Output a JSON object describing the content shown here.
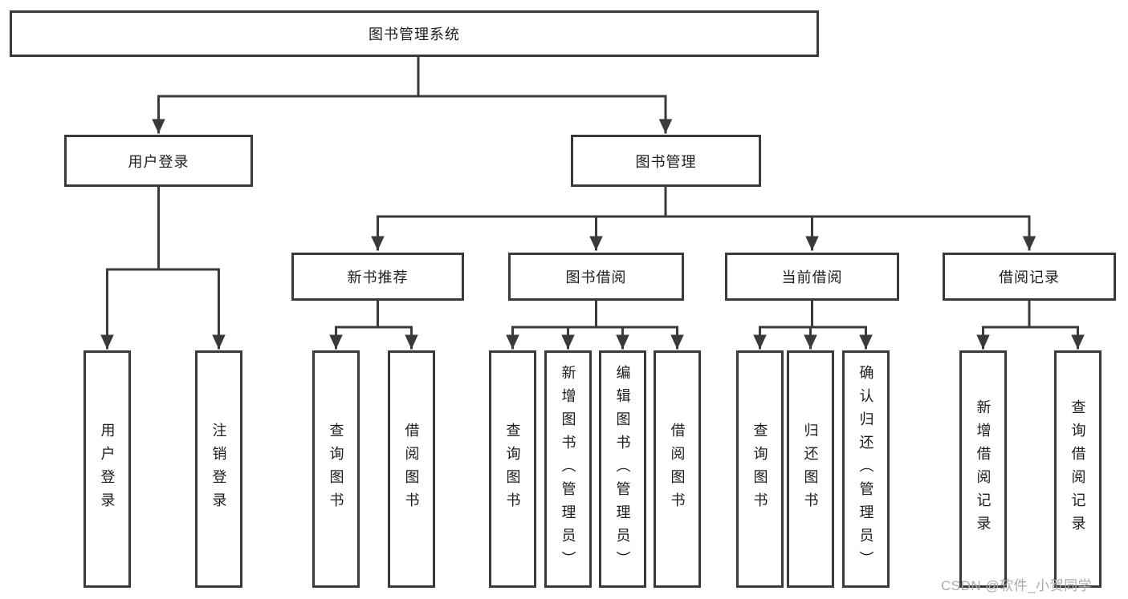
{
  "nodes": {
    "root": {
      "label": "图书管理系统"
    },
    "user_login": {
      "label": "用户登录"
    },
    "book_mgmt": {
      "label": "图书管理"
    },
    "leaf_user_login": {
      "label": "用户登录"
    },
    "leaf_logout": {
      "label": "注销登录"
    },
    "new_book_rec": {
      "label": "新书推荐"
    },
    "book_borrow": {
      "label": "图书借阅"
    },
    "current_borrow": {
      "label": "当前借阅"
    },
    "borrow_record": {
      "label": "借阅记录"
    },
    "rec_query_book": {
      "label": "查询图书"
    },
    "rec_borrow_book": {
      "label": "借阅图书"
    },
    "bb_query_book": {
      "label": "查询图书"
    },
    "bb_add_book": {
      "label": "新增图书（管理员）"
    },
    "bb_edit_book": {
      "label": "编辑图书（管理员）"
    },
    "bb_borrow_book": {
      "label": "借阅图书"
    },
    "cb_query_book": {
      "label": "查询图书"
    },
    "cb_return_book": {
      "label": "归还图书"
    },
    "cb_confirm_return": {
      "label": "确认归还（管理员）"
    },
    "br_add_record": {
      "label": "新增借阅记录"
    },
    "br_query_record": {
      "label": "查询借阅记录"
    }
  },
  "watermark": {
    "text": "CSDN @软件_小贺同学"
  },
  "colors": {
    "line": "#3a3a3a",
    "node_border": "#3a3a3a",
    "text": "#1c1c1e",
    "watermark": "#a9a9b2",
    "background": "#ffffff"
  }
}
